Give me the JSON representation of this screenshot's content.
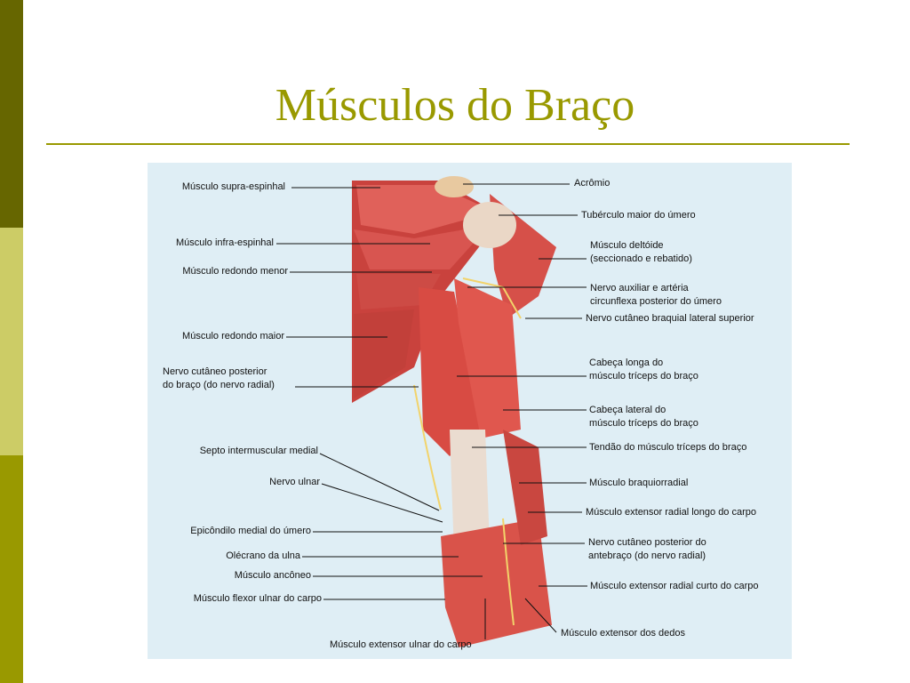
{
  "slide": {
    "title": "Músculos do Braço"
  },
  "figure": {
    "labels_left": [
      "Músculo supra-espinhal",
      "Músculo infra-espinhal",
      "Músculo redondo menor",
      "Músculo redondo maior",
      "Nervo cutâneo posterior\ndo braço (do nervo radial)",
      "Septo intermuscular medial",
      "Nervo ulnar",
      "Epicôndilo medial do úmero",
      "Olécrano da ulna",
      "Músculo ancôneo",
      "Músculo flexor ulnar do carpo"
    ],
    "labels_right": [
      "Acrômio",
      "Tubérculo maior do úmero",
      "Músculo deltóide\n(seccionado e rebatido)",
      "Nervo auxiliar e artéria\ncircunflexa posterior do úmero",
      "Nervo cutâneo braquial lateral superior",
      "Cabeça longa do\nmúsculo tríceps do braço",
      "Cabeça lateral do\nmúsculo tríceps do braço",
      "Tendão do músculo tríceps do braço",
      "Músculo braquiorradial",
      "Músculo extensor radial longo do carpo",
      "Nervo cutâneo posterior do\nantebraço (do nervo radial)",
      "Músculo extensor radial curto do carpo",
      "Músculo extensor dos dedos"
    ],
    "label_bottom": "Músculo extensor ulnar do carpo"
  },
  "colors": {
    "accent": "#999900",
    "bar_dark": "#666600",
    "bar_light": "#cccc66",
    "figure_bg": "#dfeef5",
    "muscle": "#d9534a",
    "tendon": "#eadcd0"
  }
}
